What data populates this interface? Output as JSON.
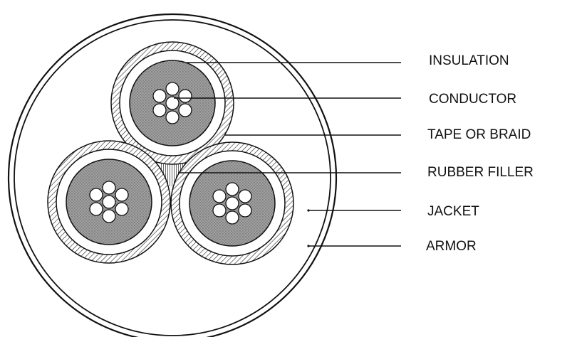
{
  "labels": {
    "insulation": "INSULATION",
    "conductor": "CONDUCTOR",
    "tape_or_braid": "TAPE OR BRAID",
    "rubber_filler": "RUBBER FILLER",
    "jacket": "JACKET",
    "armor": "ARMOR"
  },
  "colors": {
    "line": "#111111",
    "insulation_fill": "#9a9a9a",
    "background": "#ffffff"
  }
}
